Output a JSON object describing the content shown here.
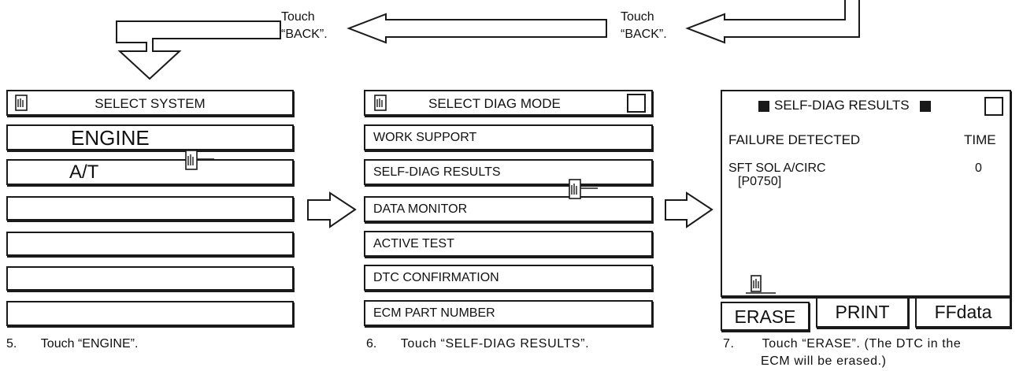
{
  "flow": {
    "touch_back_1_line1": "Touch",
    "touch_back_1_line2": "“BACK”.",
    "touch_back_2_line1": "Touch",
    "touch_back_2_line2": "“BACK”."
  },
  "screen1": {
    "header": "SELECT SYSTEM",
    "items": [
      "ENGINE",
      "A/T",
      "",
      "",
      "",
      ""
    ],
    "caption_num": "5.",
    "caption_text": "Touch “ENGINE”."
  },
  "screen2": {
    "header": "SELECT DIAG MODE",
    "items": [
      "WORK SUPPORT",
      "SELF-DIAG RESULTS",
      "DATA MONITOR",
      "ACTIVE TEST",
      "DTC CONFIRMATION",
      "ECM PART NUMBER"
    ],
    "caption_num": "6.",
    "caption_text": "Touch “SELF-DIAG RESULTS”."
  },
  "screen3": {
    "header": "SELF-DIAG RESULTS",
    "col_failure": "FAILURE DETECTED",
    "col_time": "TIME",
    "dtc_name": "SFT SOL A/CIRC",
    "dtc_code": "[P0750]",
    "dtc_time": "0",
    "buttons": [
      "ERASE",
      "PRINT",
      "FFdata"
    ],
    "caption_num": "7.",
    "caption_line1": "Touch “ERASE”. (The DTC in the",
    "caption_line2": "ECM will be erased.)"
  }
}
